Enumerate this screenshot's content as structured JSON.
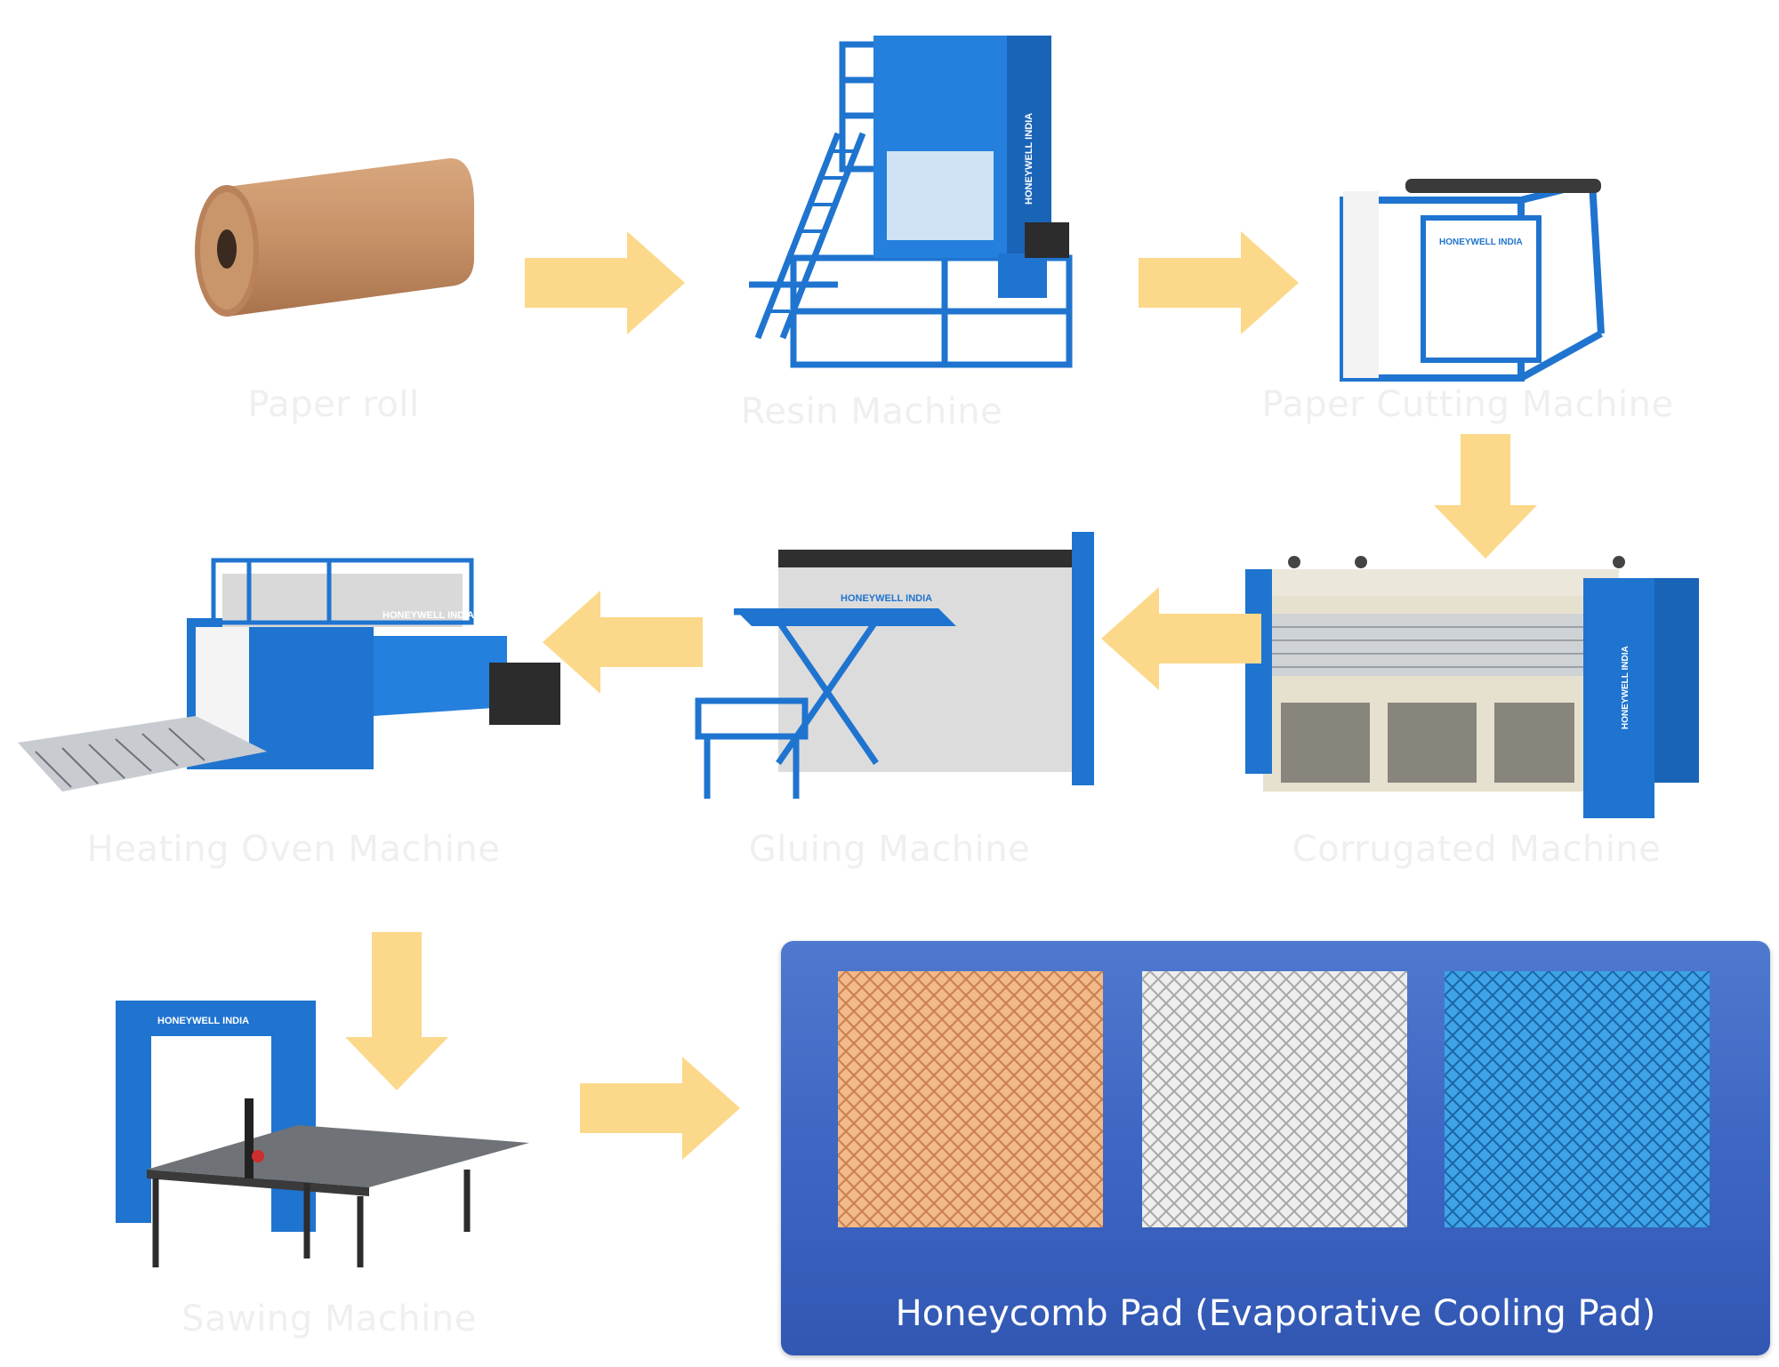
{
  "steps": {
    "paper_roll": "Paper roll",
    "resin": "Resin Machine",
    "paper_cutting": "Paper Cutting Machine",
    "corrugated": "Corrugated Machine",
    "gluing": "Gluing Machine",
    "heating_oven": "Heating Oven Machine",
    "sawing": "Sawing Machine"
  },
  "brand": "HONEYWELL INDIA",
  "product": {
    "caption": "Honeycomb Pad (Evaporative Cooling Pad)",
    "pads": [
      {
        "color_name": "orange",
        "color": "#e8a877"
      },
      {
        "color_name": "white",
        "color": "#d9d9d9"
      },
      {
        "color_name": "blue",
        "color": "#2f8fd6"
      }
    ]
  },
  "colors": {
    "arrow": "#fcd88a",
    "machine_blue": "#1f74cf",
    "panel_blue": "#3f68c4",
    "kraft": "#c9956b"
  }
}
